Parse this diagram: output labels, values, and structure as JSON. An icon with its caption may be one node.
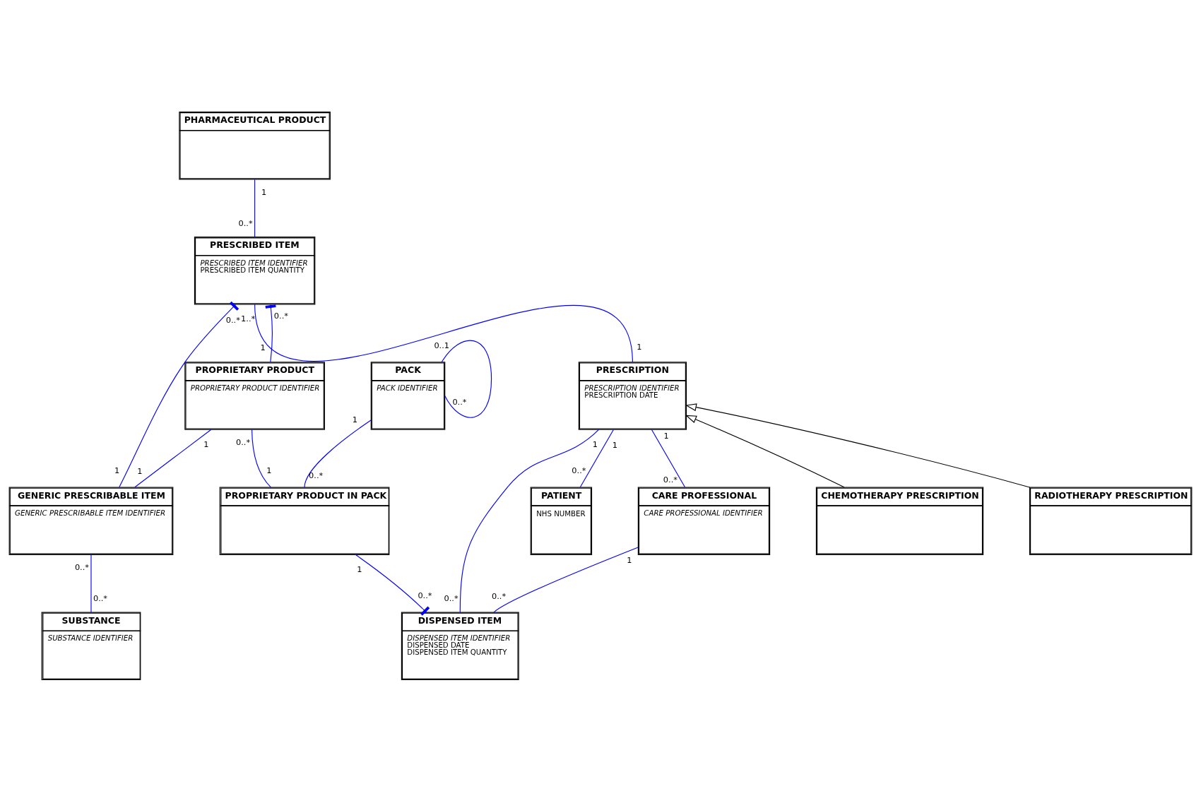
{
  "diagram": {
    "nodes": [
      {
        "text": [
          "PHARMACEUTICAL PRODUCT"
        ]
      },
      {
        "text": [
          "PRESCRIBED ITEM",
          "PRESCRIBED ITEM IDENTIFIER",
          "PRESCRIBED ITEM QUANTITY"
        ]
      },
      {
        "text": [
          "PROPRIETARY PRODUCT",
          "PROPRIETARY PRODUCT IDENTIFIER"
        ]
      },
      {
        "text": [
          "PRESCRIPTION",
          "PRESCRIPTION IDENTIFIER",
          "PRESCRIPTION DATE"
        ]
      },
      {
        "text": [
          "GENERIC PRESCRIBABLE ITEM",
          "GENERIC PRESCRIBABLE ITEM IDENTIFIER"
        ]
      },
      {
        "text": [
          "PATIENT",
          "NHS NUMBER"
        ]
      },
      {
        "text": [
          "CARE PROFESSIONAL",
          "CARE PROFESSIONAL IDENTIFIER"
        ]
      },
      {
        "text": [
          "CHEMOTHERAPY PRESCRIPTION"
        ]
      },
      {
        "text": [
          "RADIOTHERAPY PRESCRIPTION"
        ]
      },
      {
        "text": [
          "SUBSTANCE",
          "SUBSTANCE IDENTIFIER"
        ]
      },
      {
        "text": [
          "PACK",
          "PACK IDENTIFIER"
        ]
      },
      {
        "text": [
          "PROPRIETARY PRODUCT IN PACK"
        ]
      },
      {
        "text": [
          "DISPENSED ITEM",
          "DISPENSED ITEM IDENTIFIER",
          "DISPENSED DATE",
          "DISPENSED ITEM QUANTITY"
        ]
      }
    ],
    "edges": [
      {
        "from": 0,
        "to": 1,
        "arrow": "none"
      },
      {
        "from": 4,
        "to": 1,
        "arrow": "other"
      },
      {
        "from": 2,
        "to": 1,
        "arrow": "other"
      },
      {
        "from": 1,
        "to": 3,
        "arrow": "none"
      },
      {
        "from": 2,
        "to": 4,
        "arrow": "none"
      },
      {
        "from": 2,
        "to": 11,
        "arrow": "none"
      },
      {
        "from": 3,
        "to": 12,
        "arrow": "none"
      },
      {
        "from": 3,
        "to": 5,
        "arrow": "none"
      },
      {
        "from": 3,
        "to": 6,
        "arrow": "none"
      },
      {
        "from": 7,
        "to": 3,
        "arrow": "to",
        "color": "#000000"
      },
      {
        "from": 8,
        "to": 3,
        "arrow": "to",
        "color": "#000000"
      },
      {
        "from": 4,
        "to": 9,
        "arrow": "none"
      },
      {
        "from": 10,
        "to": 10,
        "arrow": "none"
      },
      {
        "from": 10,
        "to": 11,
        "arrow": "none"
      },
      {
        "from": 11,
        "to": 12,
        "arrow": "other"
      },
      {
        "from": 6,
        "to": 12,
        "arrow": "none"
      }
    ],
    "labels": [
      "1",
      "0..*",
      "1",
      "0..*",
      "1",
      "0..*",
      "1..*",
      "1",
      "1",
      "1",
      "0..*",
      "1",
      "1",
      "0..*",
      "1",
      "0..*",
      "1",
      "0..*",
      "0..*",
      "0..*",
      "0..1",
      "0..*",
      "1",
      "0..*",
      "1",
      "0..*",
      "1",
      "0..*"
    ]
  }
}
